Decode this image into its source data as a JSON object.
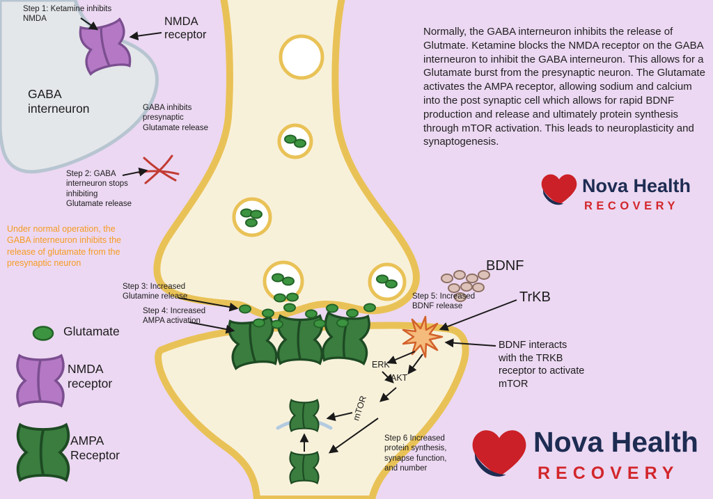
{
  "colors": {
    "background": "#ecd8f2",
    "neuron_fill": "#f8f1da",
    "neuron_border": "#e9c257",
    "interneuron_fill": "#e4e7ea",
    "interneuron_border": "#b7c5d1",
    "nmda_purple": "#b478c4",
    "ampa_green": "#3a7d3f",
    "glutamate_green": "#3c9440",
    "bdnf_tan": "#dcc2b8",
    "trkb_orange": "#e87f34",
    "inhibit_red": "#c23b33",
    "highlight_orange": "#f59b24",
    "logo_navy": "#1e2c52",
    "logo_red": "#d2262b",
    "text": "#1b1b1b"
  },
  "diagram": {
    "annotations": {
      "step1": "Step 1: Ketamine inhibits NMDA",
      "nmda_label": "NMDA receptor",
      "gaba_interneuron": "GABA interneuron",
      "gaba_inhibits": "GABA inhibits presynaptic Glutamate release",
      "step2": "Step 2: GABA interneuron stops inhibiting Glutamate release",
      "normal_operation": "Under normal operation, the GABA interneuron inhibits the release of glutamate from the presynaptic neuron",
      "step3": "Step 3: Increased Glutamine release",
      "step4": "Step 4: Increased AMPA activation",
      "step5": "Step 5: Increased BDNF release",
      "bdnf": "BDNF",
      "trkb": "TrKB",
      "bdnf_interacts": "BDNF interacts with the TRKB receptor to activate mTOR",
      "erk": "ERK",
      "akt": "AKT",
      "mtor": "mTOR",
      "step6": "Step 6  Increased protein synthesis, synapse function, and number"
    },
    "legend": {
      "glutamate": "Glutamate",
      "nmda": "NMDA receptor",
      "ampa": "AMPA Receptor"
    },
    "description": "Normally, the GABA interneuron inhibits the release of Glutmate. Ketamine blocks the NMDA receptor on the GABA interneuron to inhibit the GABA interneuron. This allows for a Glutamate burst from the presynaptic neuron. The Glutamate activates the AMPA receptor, allowing sodium and calcium into the post synaptic cell which allows for rapid BDNF production and release and ultimately  protein synthesis through mTOR activation. This leads to neuroplasticity and synaptogenesis."
  },
  "logo": {
    "name": "Nova Health",
    "sub": "RECOVERY"
  }
}
